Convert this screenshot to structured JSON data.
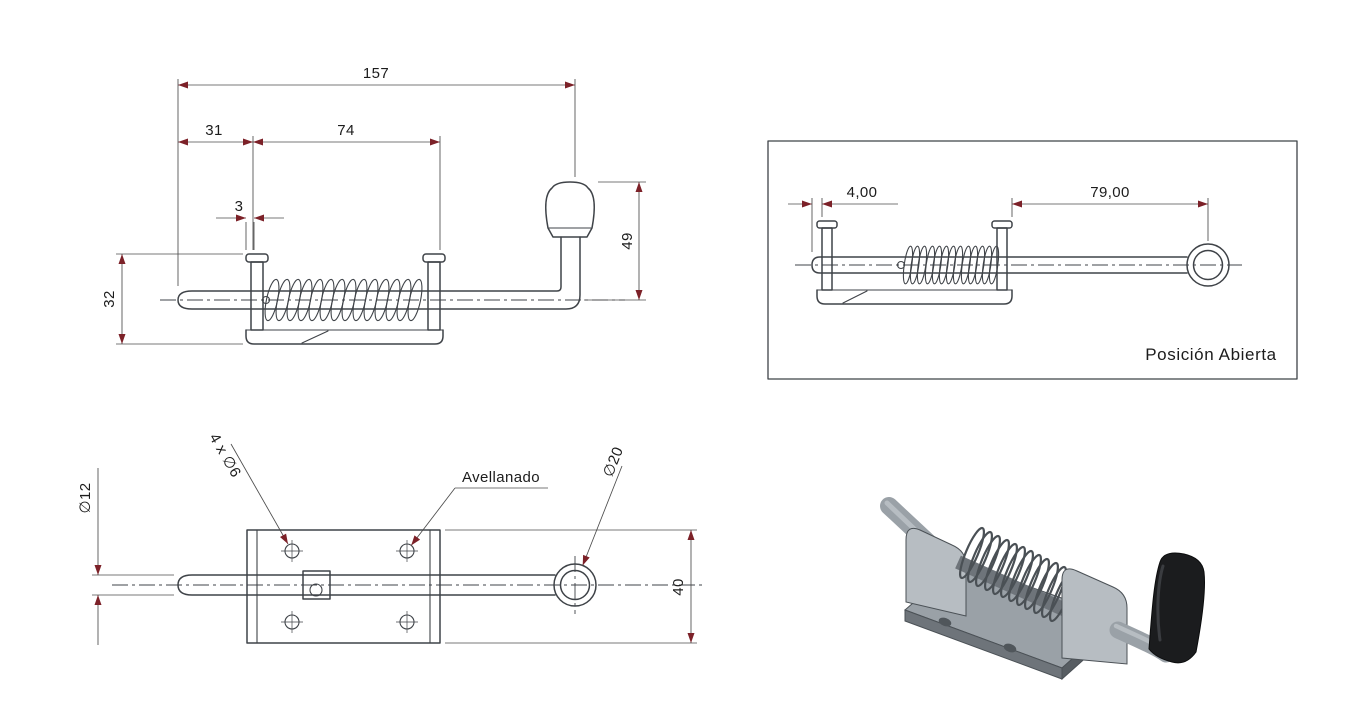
{
  "colors": {
    "paper": "#ffffff",
    "geometry": "#3f4348",
    "dimension": "#4c4c4c",
    "arrow": "#7c2128",
    "text": "#1c1c1c",
    "metal": "#9aa1a7",
    "metal_light": "#b7bdc2",
    "metal_dark": "#6e747a",
    "metal_edge": "#4b5156",
    "knob": "#1b1c1e"
  },
  "side_view": {
    "dim_total": "157",
    "dim_offset": "31",
    "dim_body": "74",
    "dim_tab": "3",
    "dim_handle": "49",
    "dim_height": "32"
  },
  "open_view": {
    "dim_gap": "4,00",
    "dim_travel": "79,00",
    "caption": "Posición Abierta"
  },
  "top_view": {
    "dim_rod": "∅12",
    "dim_holes": "4 x ∅6",
    "label_countersink": "Avellanado",
    "dim_ring": "∅20",
    "dim_width": "40"
  }
}
